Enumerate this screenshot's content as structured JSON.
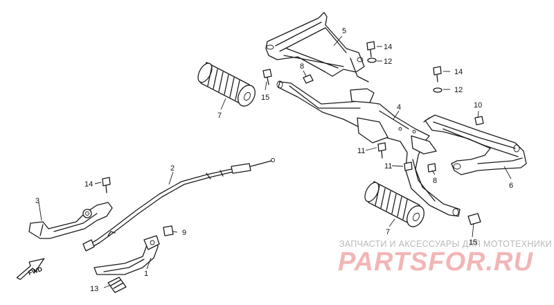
{
  "callouts": {
    "c1": "1",
    "c2": "2",
    "c3": "3",
    "c4": "4",
    "c5": "5",
    "c6": "6",
    "c7a": "7",
    "c7b": "7",
    "c8a": "8",
    "c8b": "8",
    "c9": "9",
    "c10": "10",
    "c11a": "11",
    "c11b": "11",
    "c12a": "12",
    "c12b": "12",
    "c13": "13",
    "c14a": "14",
    "c14b": "14",
    "c14c": "14",
    "c15a": "15",
    "c15b": "15"
  },
  "fwd_label": "FWD",
  "watermark": {
    "caption": "ЗАПЧАСТИ И АКСЕССУАРЫ ДЛЯ МОТОТЕХНИКИ",
    "brand": "PARTSFOR.RU"
  },
  "colors": {
    "line": "#1a1a1a",
    "watermark_caption": "#b9b9b9",
    "watermark_brand": "#f2b6b6"
  }
}
